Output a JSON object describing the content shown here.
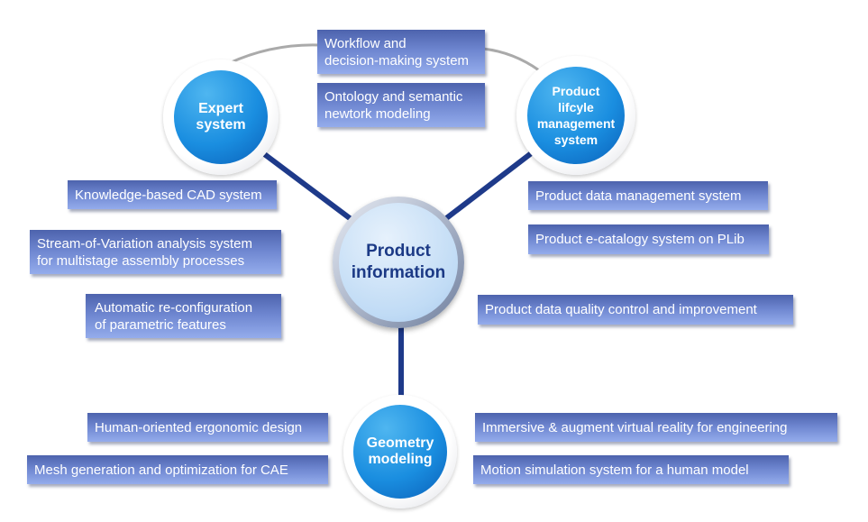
{
  "nodes": {
    "expert": "Expert\nsystem",
    "plm": "Product\nlifcyle\nmanagement\nsystem",
    "center": "Product\ninformation",
    "geometry": "Geometry\nmodeling"
  },
  "boxes": {
    "workflow": "Workflow and\ndecision-making system",
    "ontology": "Ontology and semantic\nnewtork modeling",
    "kbcad": "Knowledge-based CAD system",
    "sov": "Stream-of-Variation analysis system\nfor multistage assembly processes",
    "reconfig": "Automatic re-configuration\nof parametric features",
    "pdm": "Product data management system",
    "ecatalog": "Product e-catalogy system on PLib",
    "quality": "Product data quality control and improvement",
    "ergonomic": "Human-oriented ergonomic design",
    "mesh": "Mesh generation and optimization for CAE",
    "vr": "Immersive & augment virtual reality for engineering",
    "motion": "Motion simulation system for a human model"
  },
  "colors": {
    "connector": "#1e3a8a",
    "arc": "#aaaaaa"
  }
}
